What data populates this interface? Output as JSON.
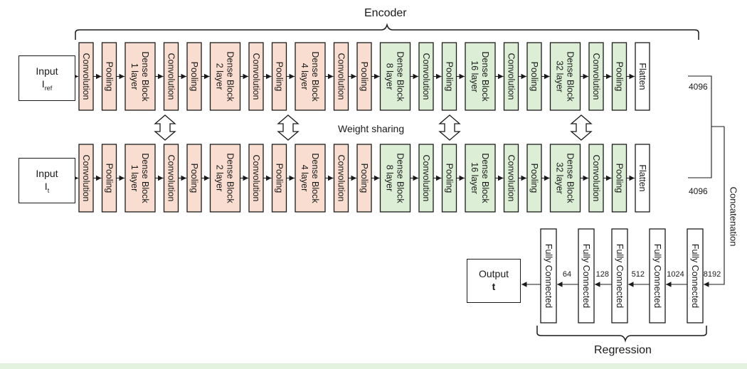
{
  "encoder_title": "Encoder",
  "regression_title": "Regression",
  "weight_sharing": "Weight sharing",
  "concatenation": "Concatenation",
  "input_top": {
    "line1": "Input",
    "base": "I",
    "sub": "ref"
  },
  "input_bottom": {
    "line1": "Input",
    "base": "I",
    "sub": "t"
  },
  "output": {
    "line1": "Output",
    "line2": "t"
  },
  "flatten_dim_top": "4096",
  "flatten_dim_bottom": "4096",
  "encoder_blocks": [
    {
      "label": "Convolution",
      "kind": "orange"
    },
    {
      "label": "Pooling",
      "kind": "orange"
    },
    {
      "label": "Dense Block|1 layer",
      "kind": "orange"
    },
    {
      "label": "Convolution",
      "kind": "orange"
    },
    {
      "label": "Pooling",
      "kind": "orange"
    },
    {
      "label": "Dense Block|2 layer",
      "kind": "orange"
    },
    {
      "label": "Convolution",
      "kind": "orange"
    },
    {
      "label": "Pooling",
      "kind": "orange"
    },
    {
      "label": "Dense Block|4 layer",
      "kind": "orange"
    },
    {
      "label": "Convolution",
      "kind": "orange"
    },
    {
      "label": "Pooling",
      "kind": "orange"
    },
    {
      "label": "Dense Block|8 layer",
      "kind": "green"
    },
    {
      "label": "Convolution",
      "kind": "green"
    },
    {
      "label": "Pooling",
      "kind": "green"
    },
    {
      "label": "Dense Block|16 layer",
      "kind": "green"
    },
    {
      "label": "Convolution",
      "kind": "green"
    },
    {
      "label": "Pooling",
      "kind": "green"
    },
    {
      "label": "Dense Block|32 layer",
      "kind": "green"
    },
    {
      "label": "Convolution",
      "kind": "green"
    },
    {
      "label": "Pooling",
      "kind": "green"
    },
    {
      "label": "Flatten",
      "kind": "white"
    }
  ],
  "regression_blocks": [
    {
      "label": "Fully Connected",
      "dim_in": "8192"
    },
    {
      "label": "Fully Connected",
      "dim_in": "1024"
    },
    {
      "label": "Fully Connected",
      "dim_in": "512"
    },
    {
      "label": "Fully Connected",
      "dim_in": "128"
    },
    {
      "label": "Fully Connected",
      "dim_in": "64"
    }
  ],
  "colors": {
    "orange_fill": "#f8ddd0",
    "green_fill": "#dcefd6",
    "white_fill": "#ffffff",
    "stroke": "#1a1a1a",
    "footer_band": "#e3f1df"
  }
}
